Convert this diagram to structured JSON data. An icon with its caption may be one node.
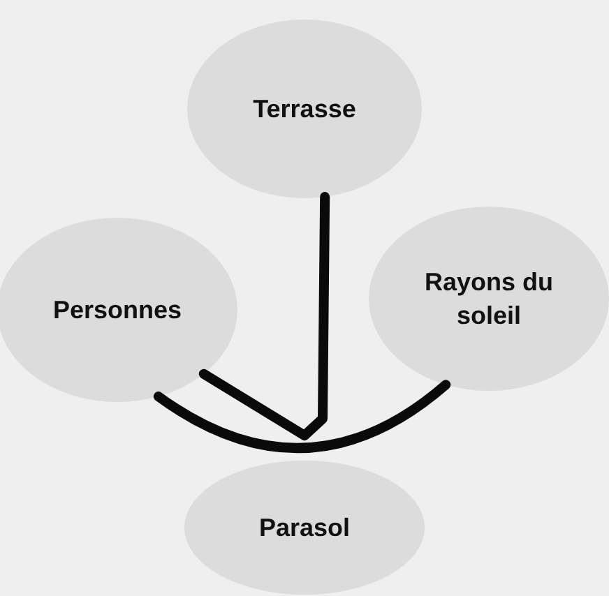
{
  "diagram": {
    "nodes": [
      {
        "text": [
          "Terrasse"
        ]
      },
      {
        "text": [
          "Personnes"
        ]
      },
      {
        "text": [
          "Rayons du soleil"
        ]
      },
      {
        "text": [
          "Parasol"
        ]
      }
    ],
    "edges": [
      {
        "from": 0,
        "to": 1,
        "arrow": "none"
      },
      {
        "from": 1,
        "to": 2,
        "arrow": "none"
      }
    ]
  }
}
